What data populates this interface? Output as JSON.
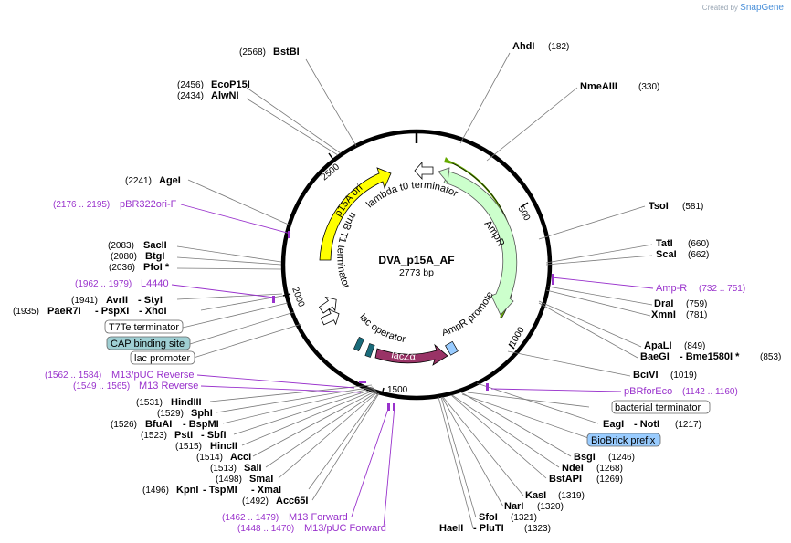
{
  "watermark": {
    "prefix": "Created by",
    "brand": "SnapGene"
  },
  "plasmid": {
    "name": "DVA_p15A_AF",
    "size": "2773 bp"
  },
  "ticks": [
    "500",
    "1000",
    "1500",
    "2000",
    "2500"
  ],
  "features": {
    "p15a_ori": "p15A ori",
    "ampr": "AmpR",
    "ampr_promoter": "AmpR promoter",
    "lacza": "lacZα",
    "lac_operator": "lac operator",
    "rrnb": "rrnB T1 terminator",
    "lambda": "lambda t0 terminator"
  },
  "boxed_features": {
    "t7te": "T7Te terminator",
    "cap": "CAP binding site",
    "lac_promoter": "lac promoter",
    "bacterial_terminator": "bacterial terminator",
    "biobrick": "BioBrick prefix"
  },
  "enzymes": [
    {
      "id": "bstbi",
      "name": "BstBI",
      "pos": "(2568)"
    },
    {
      "id": "ecop15i",
      "name": "EcoP15I",
      "pos": "(2456)"
    },
    {
      "id": "alwni",
      "name": "AlwNI",
      "pos": "(2434)"
    },
    {
      "id": "agei",
      "name": "AgeI",
      "pos": "(2241)"
    },
    {
      "id": "sacii",
      "name": "SacII",
      "pos": "(2083)"
    },
    {
      "id": "btgi",
      "name": "BtgI",
      "pos": "(2080)"
    },
    {
      "id": "pfoi",
      "name": "PfoI *",
      "pos": "(2036)"
    },
    {
      "id": "avrii",
      "name": "AvrII",
      "extra": "StyI",
      "pos": "(1941)"
    },
    {
      "id": "paer7i",
      "name": "PaeR7I",
      "extra": "PspXI",
      "extra2": "XhoI",
      "pos": "(1935)"
    },
    {
      "id": "hindiii",
      "name": "HindIII",
      "pos": "(1531)"
    },
    {
      "id": "sphi",
      "name": "SphI",
      "pos": "(1529)"
    },
    {
      "id": "bfuai",
      "name": "BfuAI",
      "extra": "BspMI",
      "pos": "(1526)"
    },
    {
      "id": "psti",
      "name": "PstI",
      "extra": "SbfI",
      "pos": "(1523)"
    },
    {
      "id": "hincii",
      "name": "HincII",
      "pos": "(1515)"
    },
    {
      "id": "acci",
      "name": "AccI",
      "pos": "(1514)"
    },
    {
      "id": "sali",
      "name": "SalI",
      "pos": "(1513)"
    },
    {
      "id": "smai",
      "name": "SmaI",
      "pos": "(1498)"
    },
    {
      "id": "kpni",
      "name": "KpnI",
      "extra": "TspMI",
      "extra2": "XmaI",
      "pos": "(1496)"
    },
    {
      "id": "acc65i",
      "name": "Acc65I",
      "pos": "(1492)"
    },
    {
      "id": "ahdi",
      "name": "AhdI",
      "pos": "(182)"
    },
    {
      "id": "nmeaiii",
      "name": "NmeAIII",
      "pos": "(330)"
    },
    {
      "id": "tsoi",
      "name": "TsoI",
      "pos": "(581)"
    },
    {
      "id": "tati",
      "name": "TatI",
      "pos": "(660)"
    },
    {
      "id": "scai",
      "name": "ScaI",
      "pos": "(662)"
    },
    {
      "id": "drai",
      "name": "DraI",
      "pos": "(759)"
    },
    {
      "id": "xmni",
      "name": "XmnI",
      "pos": "(781)"
    },
    {
      "id": "apali",
      "name": "ApaLI",
      "pos": "(849)"
    },
    {
      "id": "baegi",
      "name": "BaeGI",
      "extra": "Bme1580I *",
      "pos": "(853)"
    },
    {
      "id": "bcivi",
      "name": "BciVI",
      "pos": "(1019)"
    },
    {
      "id": "eagi",
      "name": "EagI",
      "extra": "NotI",
      "pos": "(1217)"
    },
    {
      "id": "bsgi",
      "name": "BsgI",
      "pos": "(1246)"
    },
    {
      "id": "ndei",
      "name": "NdeI",
      "pos": "(1268)"
    },
    {
      "id": "bstapi",
      "name": "BstAPI",
      "pos": "(1269)"
    },
    {
      "id": "kasi",
      "name": "KasI",
      "pos": "(1319)"
    },
    {
      "id": "nari",
      "name": "NarI",
      "pos": "(1320)"
    },
    {
      "id": "sfoi",
      "name": "SfoI",
      "pos": "(1321)"
    },
    {
      "id": "haeii",
      "name": "HaeII",
      "extra": "PluTI",
      "pos": "(1323)"
    }
  ],
  "primers": [
    {
      "id": "pbr322ori",
      "name": "pBR322ori-F",
      "pos": "(2176 .. 2195)"
    },
    {
      "id": "l4440",
      "name": "L4440",
      "pos": "(1962 .. 1979)"
    },
    {
      "id": "m13puc_rev",
      "name": "M13/pUC Reverse",
      "pos": "(1562 .. 1584)"
    },
    {
      "id": "m13_rev",
      "name": "M13 Reverse",
      "pos": "(1549 .. 1565)"
    },
    {
      "id": "m13_fwd",
      "name": "M13 Forward",
      "pos": "(1462 .. 1479)"
    },
    {
      "id": "m13puc_fwd",
      "name": "M13/pUC Forward",
      "pos": "(1448 .. 1470)"
    },
    {
      "id": "ampr",
      "name": "Amp-R",
      "pos": "(732 .. 751)"
    },
    {
      "id": "pbrforeco",
      "name": "pBRforEco",
      "pos": "(1142 .. 1160)"
    }
  ],
  "colors": {
    "p15a_ori": "#ffff00",
    "ampr": "#ccffcc",
    "ampr_stroke": "#7ab87a",
    "lacza": "#993366",
    "lac_operator": "#1a6b7a",
    "ampr_promoter": "#99ccff",
    "primer": "#9932cc",
    "cap": "#9fcfd3",
    "biobrick": "#99ccff",
    "bracket": "#66aa00"
  }
}
